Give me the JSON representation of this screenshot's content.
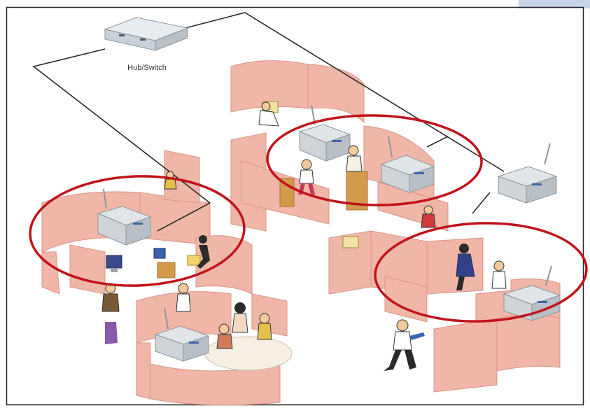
{
  "diagram": {
    "hub": {
      "label": "Hub/Switch"
    },
    "colors": {
      "background": "#ffffff",
      "frame": "#222222",
      "corner_tab": "#c9d3e6",
      "cubicle_wall": "#f0b6a8",
      "cubicle_wall_shadow": "#d9958a",
      "device": "#cfd4d9",
      "device_edge": "#8f969c",
      "cable": "#2a2a2a",
      "coverage_ring": "#c0141a",
      "desk": "#d49a4c",
      "table": "#f6f0e4"
    },
    "icons": [
      "hub-switch-icon",
      "access-point-icon",
      "wireless-coverage-ring",
      "office-worker-icon",
      "computer-icon",
      "cubicle-partition"
    ]
  }
}
